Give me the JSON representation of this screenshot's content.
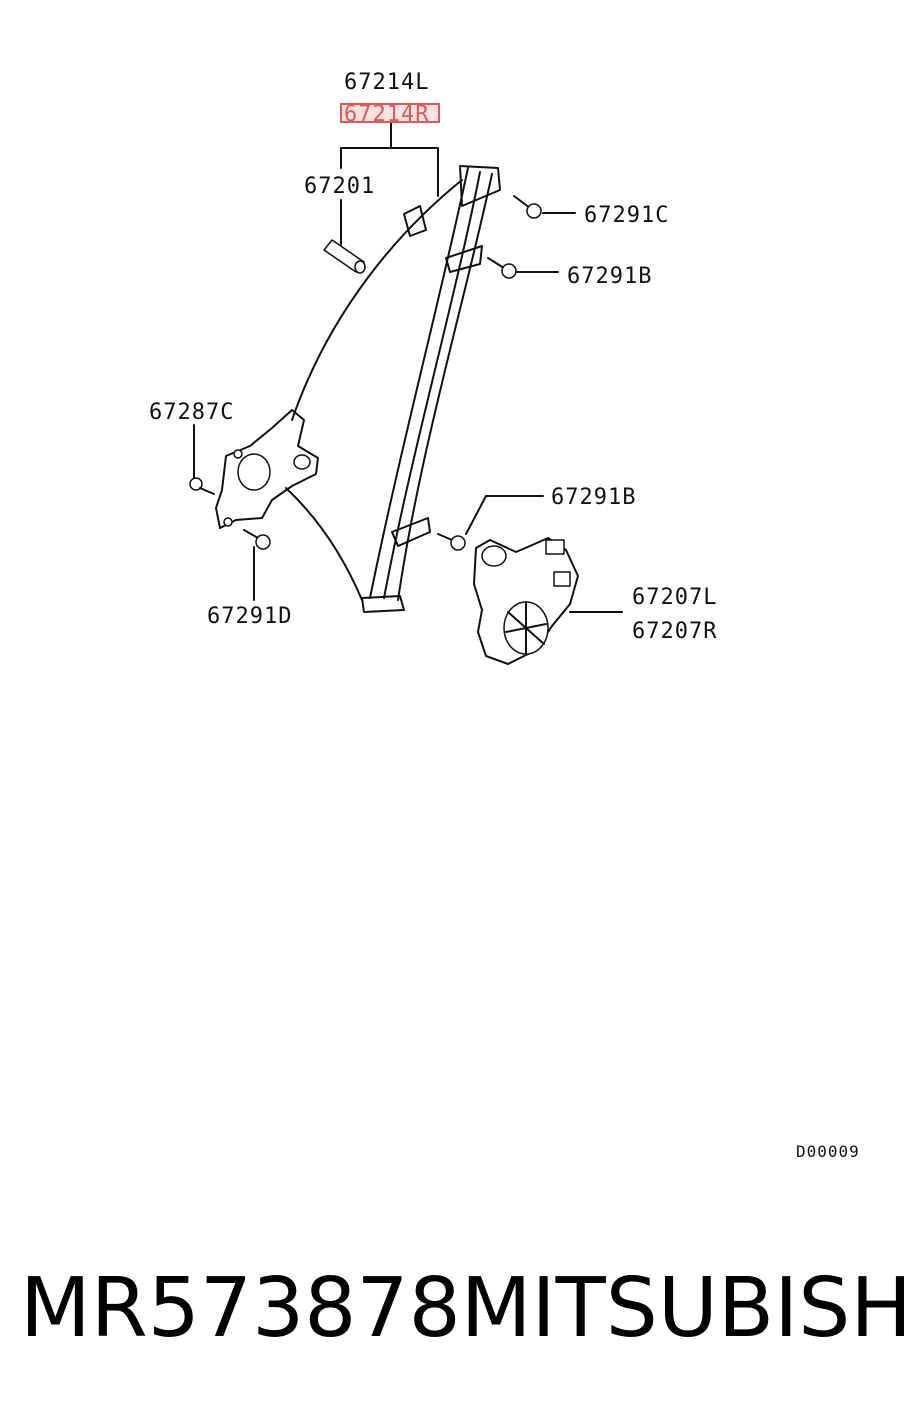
{
  "callouts": {
    "c67214L": "67214L",
    "c67214R": "67214R",
    "c67201": "67201",
    "c67291C": "67291C",
    "c67291B_top": "67291B",
    "c67287C": "67287C",
    "c67291B_mid": "67291B",
    "c67207L": "67207L",
    "c67207R": "67207R",
    "c67291D": "67291D"
  },
  "highlight_color": "#e05858",
  "diagram_code": "D00009",
  "footer": {
    "part_number": "MR573878",
    "brand": "MITSUBISHI"
  }
}
